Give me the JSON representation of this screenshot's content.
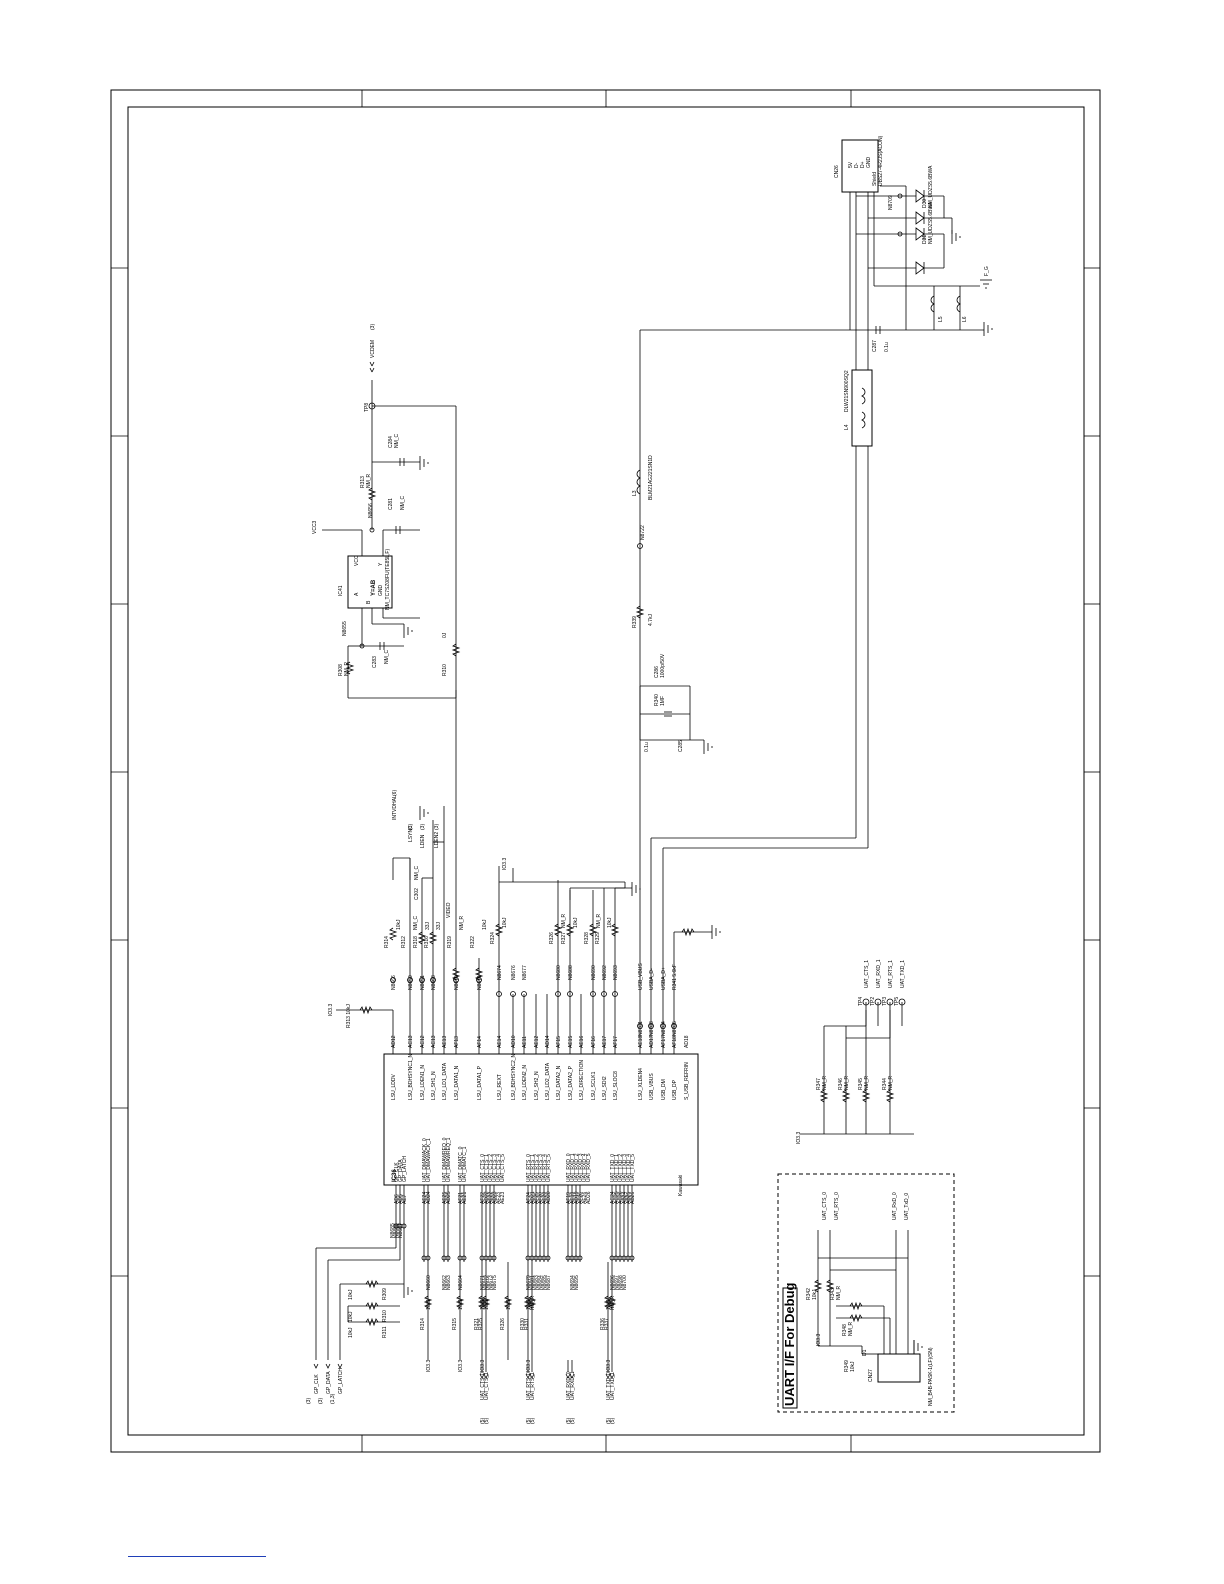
{
  "debug_title": "UART I/F  For Debug",
  "ic_main": {
    "ref": "IC36",
    "vendor": "Kawasaki",
    "right_pins": [
      {
        "pin": "AD12",
        "name": "LSU_LDDV"
      },
      {
        "pin": "AC13",
        "name": "LSU_BDHSYNC1_N"
      },
      {
        "pin": "AC12",
        "name": "LSU_LDEN1_N"
      },
      {
        "pin": "AC13",
        "name": "LSU_SH1_N"
      },
      {
        "pin": "AE13",
        "name": "LSU_LD1_DATA"
      },
      {
        "pin": "AF13",
        "name": "LSU_DATA1_N"
      },
      {
        "pin": "AF14",
        "name": "LSU_DATA1_P"
      },
      {
        "pin": "AE14",
        "name": "LSU_REXT"
      },
      {
        "pin": "AD10",
        "name": "LSU_BDHSYNC2_N"
      },
      {
        "pin": "AE11",
        "name": "LSU_LDEN2_N"
      },
      {
        "pin": "AE12",
        "name": "LSU_SH2_N"
      },
      {
        "pin": "AD14",
        "name": "LSU_LD2_DATA"
      },
      {
        "pin": "AF15",
        "name": "LSU_DATA2_N"
      },
      {
        "pin": "AE15",
        "name": "LSU_DATA2_P"
      },
      {
        "pin": "AE16",
        "name": "LSU_DIRECTION"
      },
      {
        "pin": "AF16",
        "name": "LSU_SCLK1"
      },
      {
        "pin": "AE17",
        "name": "LSU_SDI2"
      },
      {
        "pin": "AF17",
        "name": "LSU_SLOC8"
      },
      {
        "pin": "AE18",
        "name": "LSU_XLDEN4"
      },
      {
        "pin": "AD17",
        "name": "USB_VBUS"
      },
      {
        "pin": "AF17",
        "name": "USB_DM"
      },
      {
        "pin": "AF18",
        "name": "USB_DP"
      },
      {
        "pin": "AD18",
        "name": "S_USB_REFRIN"
      }
    ],
    "left_pins": [
      {
        "pin": "AD6",
        "name": "GP_CLK"
      },
      {
        "pin": "AD5",
        "name": "GP_DATA"
      },
      {
        "pin": "AE7",
        "name": "GP_LATCH"
      },
      {
        "pin": "AE24",
        "name": "UAT_DMAWACK_0"
      },
      {
        "pin": "AD24",
        "name": "UAT_DMAWACK_1"
      },
      {
        "pin": "AE25",
        "name": "UAT_DMAWREQ_0"
      },
      {
        "pin": "AD25",
        "name": "UAT_DMAWREQ_1"
      },
      {
        "pin": "AF21",
        "name": "UAT_DMATC_0"
      },
      {
        "pin": "AE21",
        "name": "UAT_DMATC_1"
      },
      {
        "pin": "AF22",
        "name": "UAT_CTS_0"
      },
      {
        "pin": "AD22",
        "name": "UAT_CTS_1"
      },
      {
        "pin": "AE22",
        "name": "UAT_CTS_2"
      },
      {
        "pin": "AD23",
        "name": "UAT_CTS_3"
      },
      {
        "pin": "AF23",
        "name": "UAT_CTS_4"
      },
      {
        "pin": "AE23",
        "name": "UAT_CTS_5"
      },
      {
        "pin": "AF24",
        "name": "UAT_RTS_0"
      },
      {
        "pin": "AD21",
        "name": "UAT_RTS_1"
      },
      {
        "pin": "AF25",
        "name": "UAT_RTS_2"
      },
      {
        "pin": "AF20",
        "name": "UAT_RTS_3"
      },
      {
        "pin": "AE20",
        "name": "UAT_RTS_4"
      },
      {
        "pin": "AD20",
        "name": "UAT_RTS_5"
      },
      {
        "pin": "AF19",
        "name": "UAT_RXD_0"
      },
      {
        "pin": "AE19",
        "name": "UAT_RXD_1"
      },
      {
        "pin": "AD19",
        "name": "UAT_RXD_2"
      },
      {
        "pin": "AF26",
        "name": "UAT_RXD_3"
      },
      {
        "pin": "AE26",
        "name": "UAT_RXD_4"
      },
      {
        "pin": "AD26",
        "name": "UAT_RXD_5"
      },
      {
        "pin": "AC24",
        "name": "UAT_TXD_0"
      },
      {
        "pin": "AC25",
        "name": "UAT_TXD_1"
      },
      {
        "pin": "AC26",
        "name": "UAT_TXD_2"
      },
      {
        "pin": "AB24",
        "name": "UAT_TXD_3"
      },
      {
        "pin": "AB25",
        "name": "UAT_TXD_4"
      },
      {
        "pin": "AB26",
        "name": "UAT_TXD_5"
      }
    ]
  },
  "lsu_nets": [
    {
      "node": "N8666",
      "res": "R314",
      "val": "10kJ",
      "net": "INTVDHAL",
      "sheet": "(6)"
    },
    {
      "node": "N8659",
      "res": "R312",
      "val": "NM_C",
      "net": "LSYNC",
      "sheet": "(3)"
    },
    {
      "node": "N8651",
      "res": "R318",
      "val": "33J",
      "net": "LDEN",
      "sheet": "(3)"
    },
    {
      "node": "N8668",
      "res": "R316",
      "val": "33J",
      "net": "LDEN2",
      "sheet": "(3)"
    },
    {
      "node": "N8670",
      "res": "R319",
      "val": "NM_R",
      "net": "VIDEO",
      "sheet": ""
    },
    {
      "node": "N8671",
      "res": "R322",
      "val": "10kJ",
      "net": "",
      "sheet": ""
    }
  ],
  "lsu_labels": [
    "INTVDHAL",
    "(6)",
    "LSYNC",
    "(3)",
    "LDEN",
    "(3)",
    "LDEN2",
    "(3)",
    "VIDEO",
    "C302",
    "NM_C"
  ],
  "pullups": {
    "supply": "IO3.3",
    "items": [
      {
        "node": "N8674",
        "res": "R324",
        "val": "10kJ"
      },
      {
        "node": "N8676",
        "res": "",
        "val": ""
      },
      {
        "node": "N8677",
        "res": "",
        "val": ""
      },
      {
        "node": "N8680",
        "res": "R326",
        "val": "NM_R"
      },
      {
        "node": "N8688",
        "res": "R327",
        "val": "10kJ"
      },
      {
        "node": "N8690",
        "res": "R328",
        "val": "NM_R"
      },
      {
        "node": "N8692",
        "res": "R329",
        "val": "10kJ"
      },
      {
        "node": "N8693",
        "res": "",
        "val": ""
      }
    ]
  },
  "usb_pin_nets": [
    {
      "node": "N8701",
      "net": "USB_VBUS"
    },
    {
      "node": "N8703",
      "net": "USBA_D-"
    },
    {
      "node": "N8704",
      "net": "USBA_D+"
    },
    {
      "node": "N8705",
      "net": "R341  5.6kF"
    }
  ],
  "ic41": {
    "ref": "IC41",
    "logic": "Y=AB",
    "part": "NM_TC7SZ08FU(TE85L,F)",
    "pins": [
      "VCC",
      "A",
      "B",
      "GND",
      "Y"
    ],
    "supply": "VCC3",
    "node_left": "N8655",
    "node_right": "N8656",
    "r_left": "R308",
    "r_left_val": "NM_R",
    "c_left": "C283",
    "c_left_val": "NM_C",
    "c_right": "C281",
    "c_right_val": "NM_C",
    "r_bottom": "R310",
    "r_bottom_val": "0J"
  },
  "vcdem": {
    "tp": "TP8",
    "res": "R313",
    "res_val": "NM_R",
    "cap": "C284",
    "cap_val": "NM_C",
    "net": "VCDEM",
    "sheet": "(3)"
  },
  "usb_filter": {
    "r339": "R339",
    "r339_val": "4.7kJ",
    "node": "N8722",
    "l3": "L3",
    "l3_part": "BLM21AG221SN1D",
    "r340": "R340",
    "r340_val": "1MF",
    "c286": "C286",
    "c286_val": "1000p/50V",
    "c285": "C285",
    "c285_val": "0.1u",
    "l4": "L4",
    "l4_part": "DLW21SN900SQ2",
    "c287": "C287",
    "c287_val": "0.1u",
    "l5": "L5",
    "l6": "L6",
    "fg": "F_G"
  },
  "usb_connector": {
    "ref": "CN26",
    "part": "UBS27-4R2JS(ACON)",
    "pins": [
      "5V",
      "D-",
      "D+",
      "GND",
      "Shield"
    ],
    "d1": "D30",
    "d1_part": "NM_UDZS5.6BWA",
    "d2": "D31",
    "d2_part": "NM_UDZS5.6BWA",
    "node": "N8709"
  },
  "testpoints": [
    {
      "tp": "TP4",
      "net": "UAT_CTS_1",
      "res": "R347",
      "val": "NM_R"
    },
    {
      "tp": "TP2",
      "net": "UAT_RXD_1",
      "res": "R346",
      "val": "NM_R"
    },
    {
      "tp": "TP3",
      "net": "UAT_RTS_1",
      "res": "R345",
      "val": "NM_R"
    },
    {
      "tp": "TP5",
      "net": "UAT_TXD_1",
      "res": "R344",
      "val": "NM_R"
    }
  ],
  "tp_supply": "IO3.3",
  "gp_nets": [
    {
      "net": "GP_CLK",
      "sheet": "(3)",
      "res": "R309",
      "val": "10kJ"
    },
    {
      "net": "GP_DATA",
      "sheet": "(3)",
      "res": "R310",
      "val": "10kJ"
    },
    {
      "net": "GP_LATCH",
      "sheet": "(1,3)",
      "res": "R311",
      "val": "10kJ"
    }
  ],
  "gp_nodes": [
    "N8685",
    "N8686",
    "N8687"
  ],
  "left_nodes": [
    "N8660",
    "N8662",
    "N8663",
    "N8664",
    "N8671",
    "N8672",
    "N8673",
    "N8675",
    "N8679",
    "N8681",
    "N8683",
    "N8684",
    "N8685",
    "N8687",
    "N8694",
    "N8695",
    "N8696",
    "N8697",
    "N8698",
    "N8700"
  ],
  "left_res": [
    {
      "res": "R314",
      "val": "10kJ",
      "supply": "IO3.3"
    },
    {
      "res": "R315",
      "val": "10kJ",
      "supply": "IO3.3"
    },
    {
      "res": "R321",
      "val": "10kJ",
      "supply": "IO3.3"
    },
    {
      "res": "R325",
      "val": "10kJ",
      "supply": ""
    },
    {
      "res": "R326",
      "val": "10kJ",
      "supply": ""
    },
    {
      "res": "R330",
      "val": "10kJ",
      "supply": "IO3.3"
    },
    {
      "res": "R331",
      "val": "NM_R",
      "supply": ""
    },
    {
      "res": "R336",
      "val": "10kJ",
      "supply": "IO3.3"
    },
    {
      "res": "R337",
      "val": "NM_R",
      "supply": ""
    }
  ],
  "uat_left_nets": [
    {
      "net": "UAT_CTS_0",
      "sheet": "(5)"
    },
    {
      "net": "UAT_CTS_1",
      "sheet": "(5)"
    },
    {
      "net": "UAT_RTS_0",
      "sheet": "(5)"
    },
    {
      "net": "UAT_RTS_1",
      "sheet": "(5)"
    },
    {
      "net": "UAT_RXD_0",
      "sheet": "(5)"
    },
    {
      "net": "UAT_RXD_1",
      "sheet": "(5)"
    },
    {
      "net": "UAT_TXD_0",
      "sheet": "(5)"
    },
    {
      "net": "UAT_TXD_1",
      "sheet": "(5)"
    }
  ],
  "debug": {
    "connector": "CN27",
    "part": "NM_B4B-PASK-1(LF)(SN)",
    "supply": "IO3.3",
    "r342": "R342",
    "r342_val": "10kJ",
    "r343": "R343",
    "r343_val": "NM_R",
    "r348": "R348",
    "r348_val": "NM_R",
    "r349": "R349",
    "r349_val": "10kJ",
    "nets": [
      "UAT_CTS_0",
      "UAT_RTS_0",
      "UAT_RxD_0",
      "UAT_TxD_0"
    ],
    "gnd_label": "D1"
  },
  "r313_label": "R313  10kJ",
  "r313_supply": "IO3.3"
}
